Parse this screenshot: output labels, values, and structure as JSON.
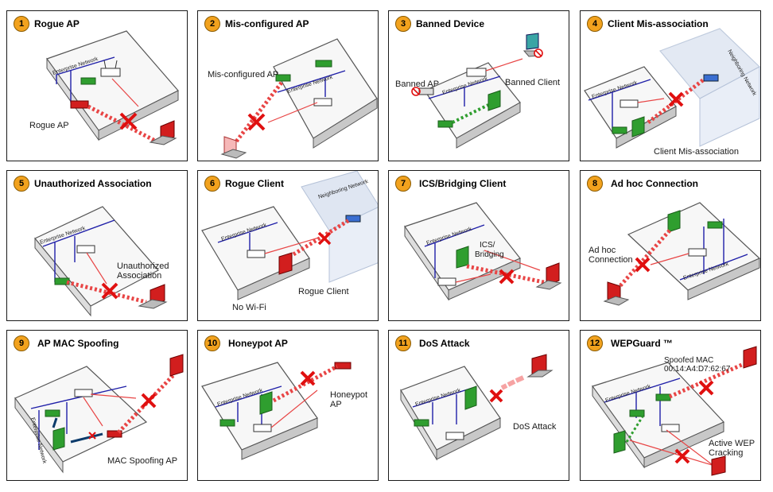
{
  "panels": [
    {
      "num": "1",
      "title": "Rogue AP",
      "labels": [
        "Rogue AP"
      ],
      "network": "Enterprise Network"
    },
    {
      "num": "2",
      "title": "Mis-configured AP",
      "labels": [
        "Mis-configured AP"
      ],
      "network": "Enterprise Network"
    },
    {
      "num": "3",
      "title": "Banned Device",
      "labels": [
        "Banned AP",
        "Banned Client"
      ],
      "network": "Enterprise Network"
    },
    {
      "num": "4",
      "title": "Client Mis-association",
      "labels": [
        "Client Mis-association"
      ],
      "network": "Enterprise Network",
      "network2": "Neighboring Network"
    },
    {
      "num": "5",
      "title": "Unauthorized Association",
      "labels": [
        "Unauthorized",
        "Association"
      ],
      "network": "Enterprise Network"
    },
    {
      "num": "6",
      "title": "Rogue Client",
      "labels": [
        "No Wi-Fi",
        "Rogue Client"
      ],
      "network": "Enterprise Network",
      "network2": "Neighboring Network"
    },
    {
      "num": "7",
      "title": "ICS/Bridging Client",
      "labels": [
        "ICS/",
        "Bridging"
      ],
      "network": "Enterprise Network"
    },
    {
      "num": "8",
      "title": "Ad hoc Connection",
      "labels": [
        "Ad hoc",
        "Connection"
      ],
      "network": "Enterprise Network"
    },
    {
      "num": "9",
      "title": "AP MAC Spoofing",
      "labels": [
        "MAC Spoofing AP"
      ],
      "network": "Enterprise Network"
    },
    {
      "num": "10",
      "title": "Honeypot AP",
      "labels": [
        "Honeypot",
        "AP"
      ],
      "network": "Enterprise Network"
    },
    {
      "num": "11",
      "title": "DoS Attack",
      "labels": [
        "DoS Attack"
      ],
      "network": "Enterprise Network"
    },
    {
      "num": "12",
      "title": "WEPGuard ™",
      "labels": [
        "Spoofed MAC",
        "00:14:A4:D7:62:67",
        "Active WEP",
        "Cracking"
      ],
      "network": "Enterprise Network"
    }
  ],
  "colors": {
    "badge": "#f2a21e",
    "rogue": "#d21e1e",
    "wifi": "#e84545",
    "line": "#1f1fa8",
    "ok": "#2f9e2f",
    "neighbor": "#dfe6f2"
  }
}
